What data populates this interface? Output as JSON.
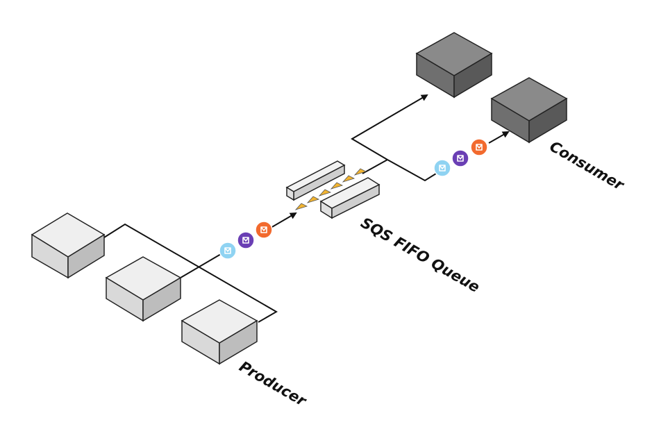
{
  "labels": {
    "producer": "Producer",
    "queue": "SQS FIFO Queue",
    "consumer": "Consumer"
  },
  "colors": {
    "producer_top": "#efefef",
    "producer_left": "#d9d9d9",
    "producer_right": "#bdbdbd",
    "consumer_top": "#8a8a8a",
    "consumer_left": "#6f6f6f",
    "consumer_right": "#595959",
    "msg_light_blue": "#8fd3f2",
    "msg_purple": "#6a3fb4",
    "msg_orange": "#f26a2e",
    "queue_arrow": "#f2b431"
  }
}
